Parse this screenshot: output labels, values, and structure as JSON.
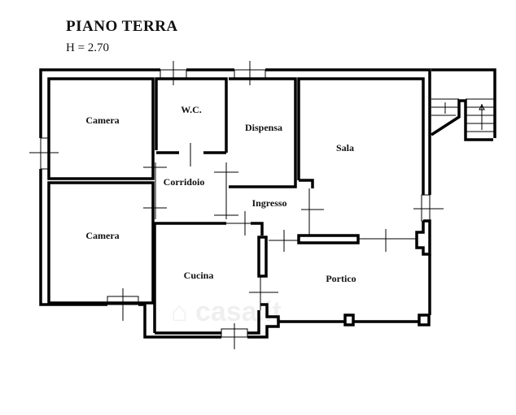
{
  "plan": {
    "title": "PIANO TERRA",
    "height_label": "H = 2.70",
    "watermark": "casa.it",
    "wall_color": "#000000",
    "rooms": [
      {
        "id": "camera-1",
        "label": "Camera"
      },
      {
        "id": "wc",
        "label": "W.C."
      },
      {
        "id": "dispensa",
        "label": "Dispensa"
      },
      {
        "id": "sala",
        "label": "Sala"
      },
      {
        "id": "corridoio",
        "label": "Corridoio"
      },
      {
        "id": "ingresso",
        "label": "Ingresso"
      },
      {
        "id": "camera-2",
        "label": "Camera"
      },
      {
        "id": "cucina",
        "label": "Cucina"
      },
      {
        "id": "portico",
        "label": "Portico"
      }
    ]
  }
}
